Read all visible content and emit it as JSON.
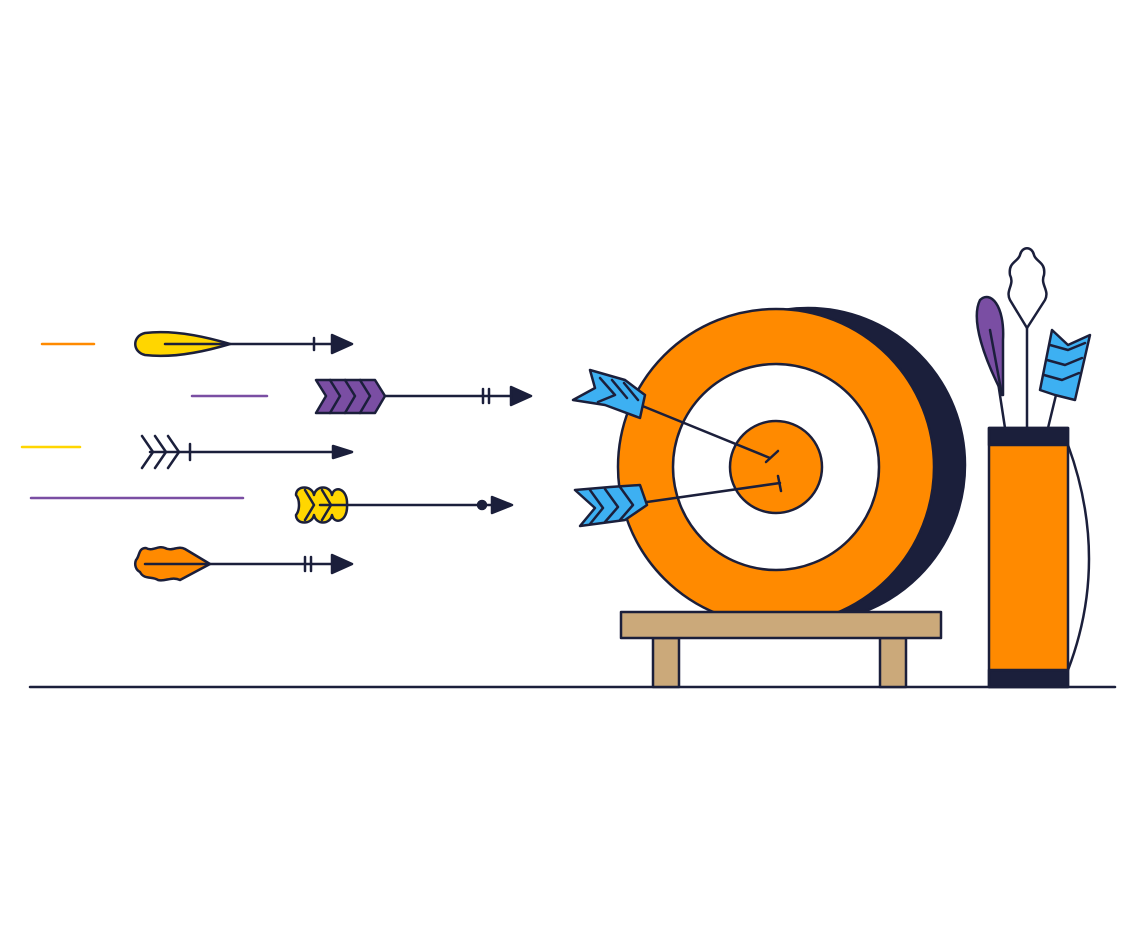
{
  "illustration": {
    "subject": "archery-target",
    "colors": {
      "orange": "#FF8A00",
      "navy": "#1B1F3B",
      "blue": "#3DB0F2",
      "purple": "#7A4EA3",
      "yellow": "#FFD600",
      "tan": "#CBA97A",
      "white": "#FFFFFF"
    },
    "icons": [
      "arrow-icon",
      "target-icon",
      "quiver-icon",
      "bow-icon",
      "stand-icon"
    ],
    "flying_arrows": 5,
    "arrows_in_target": 2,
    "arrows_in_quiver": 3
  }
}
